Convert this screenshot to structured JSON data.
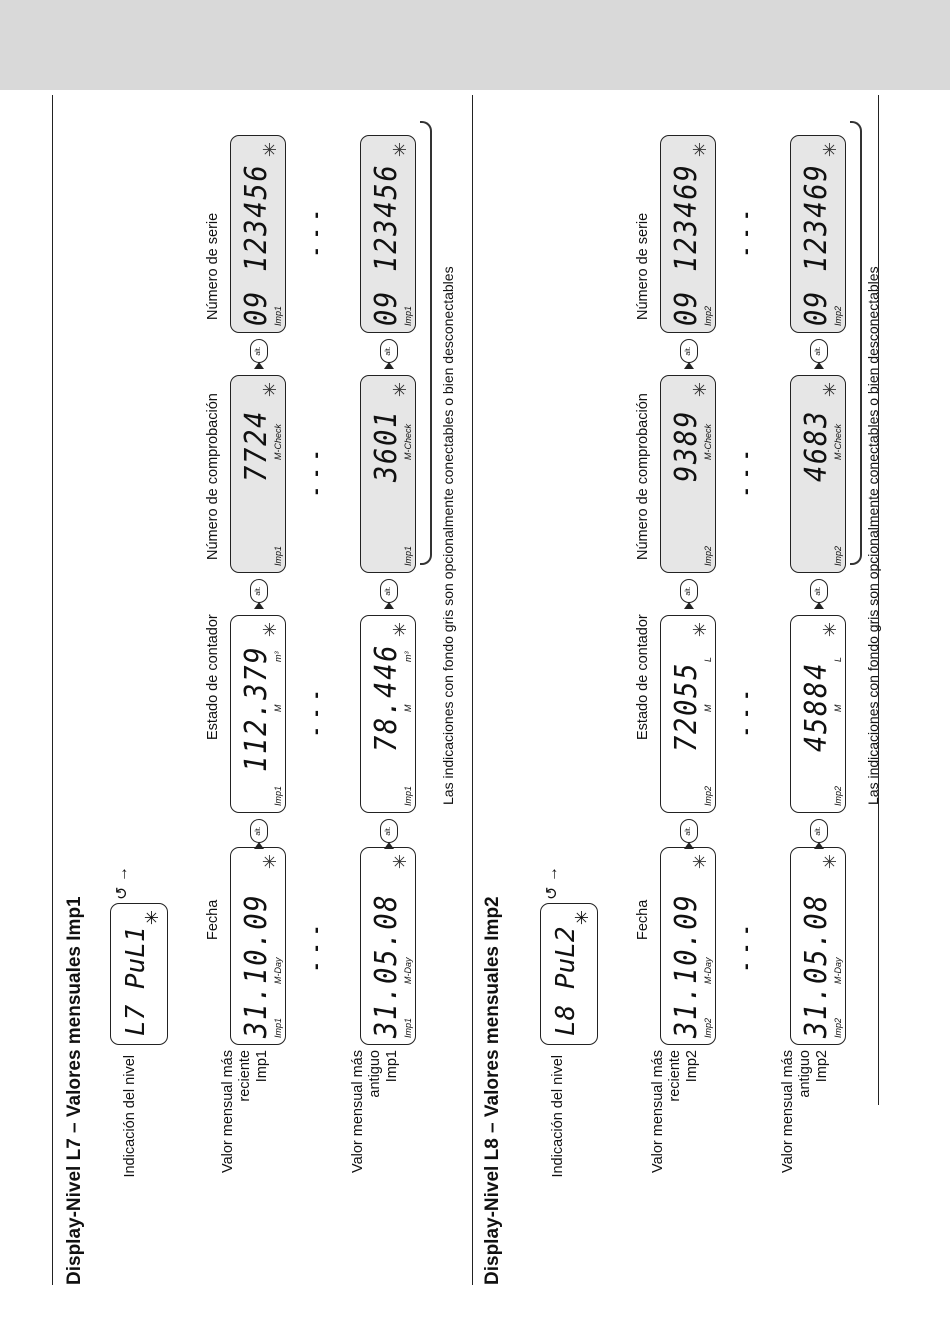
{
  "section_l7": {
    "title": "Display-Nivel L7 – Valores mensuales Imp1",
    "label_level": "Indicación del nivel",
    "label_recent": [
      "Valor mensual más",
      "reciente",
      "Imp1"
    ],
    "label_oldest": [
      "Valor mensual más",
      "antiguo",
      "Imp1"
    ],
    "level_display": "L7  PuL1",
    "col_fecha": "Fecha",
    "col_estado": "Estado de contador",
    "col_comprob": "Número de comprobación",
    "col_serie": "Número de serie",
    "recent": {
      "date": "31.10.09",
      "counter": "112.379",
      "check": "7724",
      "serial": "09 123456",
      "imp": "Imp1",
      "mday": "M-Day",
      "m": "M",
      "unit": "m³",
      "mcheck": "M-Check"
    },
    "oldest": {
      "date": "31.05.08",
      "counter": "78.446",
      "check": "3601",
      "serial": "09 123456",
      "imp": "Imp1",
      "mday": "M-Day",
      "m": "M",
      "unit": "m³",
      "mcheck": "M-Check"
    },
    "note": "Las indicaciones con fondo gris son opcionalmente conectables o bien desconectables"
  },
  "section_l8": {
    "title": "Display-Nivel L8 – Valores mensuales Imp2",
    "label_level": "Indicación del nivel",
    "label_recent": [
      "Valor mensual más",
      "reciente",
      "Imp2"
    ],
    "label_oldest": [
      "Valor mensual más",
      "antiguo",
      "Imp2"
    ],
    "level_display": "L8  PuL2",
    "col_fecha": "Fecha",
    "col_estado": "Estado de contador",
    "col_comprob": "Número de comprobación",
    "col_serie": "Número de serie",
    "recent": {
      "date": "31.10.09",
      "counter": "72055",
      "check": "9389",
      "serial": "09 123469",
      "imp": "Imp2",
      "mday": "M-Day",
      "m": "M",
      "unit": "L",
      "mcheck": "M-Check"
    },
    "oldest": {
      "date": "31.05.08",
      "counter": "45884",
      "check": "4683",
      "serial": "09 123469",
      "imp": "Imp2",
      "mday": "M-Day",
      "m": "M",
      "unit": "L",
      "mcheck": "M-Check"
    },
    "note": "Las indicaciones con fondo gris son opcionalmente conectables o bien desconectables"
  },
  "common": {
    "alt": "alt.",
    "dashes": "- - -",
    "star": "✳"
  }
}
